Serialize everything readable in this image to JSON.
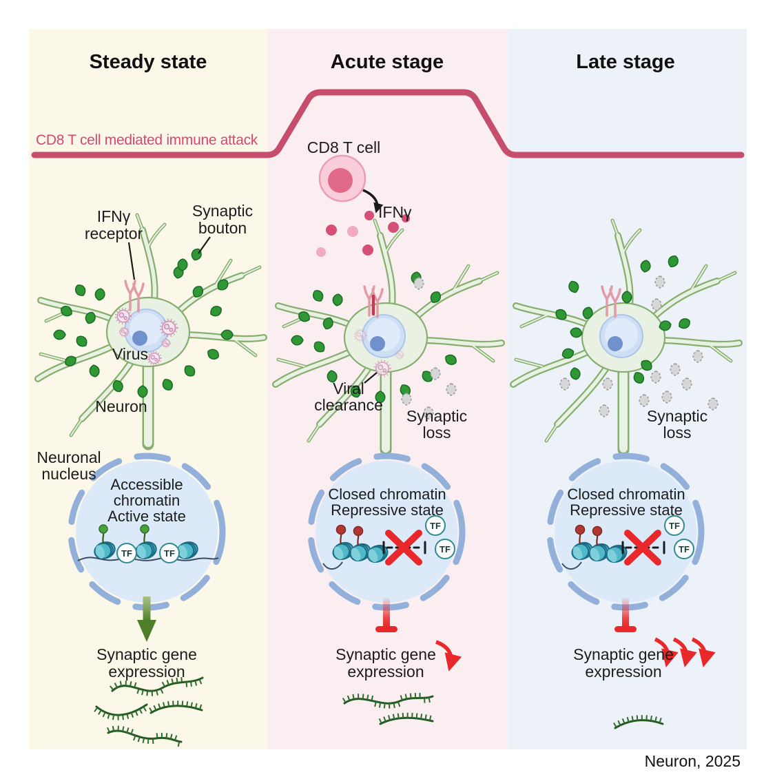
{
  "figure": {
    "credit": "Neuron, 2025",
    "immune_attack_label": "CD8 T cell mediated immune attack",
    "colors": {
      "attack_curve": "#c64e6d",
      "steady_bg": "#fbf7e9",
      "acute_bg": "#faeef1",
      "late_bg": "#edf2f8",
      "bouton_green": "#2f9733",
      "lost_bouton_gray": "#d7d7d7",
      "rna_green": "#245c24",
      "inhibit_red": "#e8282a",
      "nucleus_blue": "#dbe9f8"
    },
    "icons": {
      "synaptic-bouton-icon": "green teardrop blob",
      "lost-bouton-icon": "gray dashed teardrop blob",
      "virus-icon": "spiked pink circle",
      "ifng-receptor-icon": "pink double-Y membrane receptor",
      "nucleosome-icon": "teal coiled disc",
      "tf-icon": "TF in teal circle",
      "rna-icon": "green comb squiggle",
      "blocked-x-icon": "red X over dashed line",
      "inhibit-icon": "red T-bar",
      "down-arrow-icon": "green arrow"
    }
  },
  "panels": [
    {
      "title": "Steady state",
      "labels": {
        "ifng_receptor_l1": "IFNγ",
        "ifng_receptor_l2": "receptor",
        "synaptic_bouton_l1": "Synaptic",
        "synaptic_bouton_l2": "bouton",
        "virus": "Virus",
        "neuron": "Neuron",
        "nucleus_l1": "Neuronal",
        "nucleus_l2": "nucleus",
        "chromatin_l1": "Accessible",
        "chromatin_l2": "chromatin",
        "chromatin_l3": "Active state",
        "tf": "TF",
        "gene_l1": "Synaptic gene",
        "gene_l2": "expression"
      }
    },
    {
      "title": "Acute stage",
      "labels": {
        "cd8": "CD8 T cell",
        "ifng": "IFNγ",
        "viral_clearance_l1": "Viral",
        "viral_clearance_l2": "clearance",
        "synaptic_loss_l1": "Synaptic",
        "synaptic_loss_l2": "loss",
        "chromatin_l1": "Closed chromatin",
        "chromatin_l2": "Repressive state",
        "tf": "TF",
        "gene_l1": "Synaptic gene",
        "gene_l2": "expression"
      }
    },
    {
      "title": "Late stage",
      "labels": {
        "synaptic_loss_l1": "Synaptic",
        "synaptic_loss_l2": "loss",
        "chromatin_l1": "Closed chromatin",
        "chromatin_l2": "Repressive state",
        "tf": "TF",
        "gene_l1": "Synaptic gene",
        "gene_l2": "expression"
      }
    }
  ]
}
